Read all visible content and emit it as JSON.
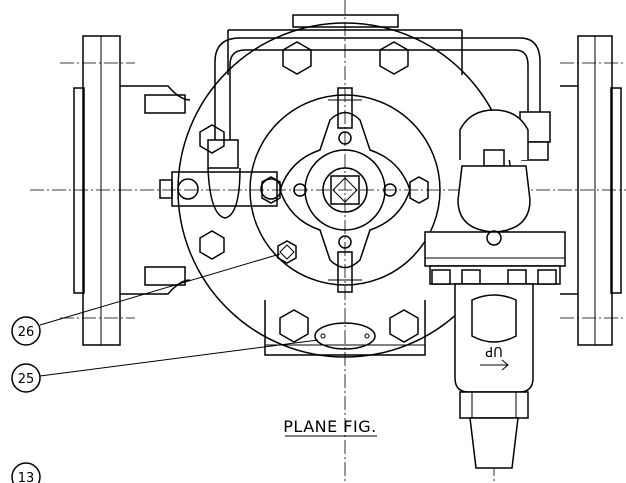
{
  "title": "PLANE FIG.",
  "callouts": [
    {
      "id": "26",
      "label": "26"
    },
    {
      "id": "25",
      "label": "25"
    },
    {
      "id": "13",
      "label": "13"
    }
  ],
  "flow_label": "UP"
}
